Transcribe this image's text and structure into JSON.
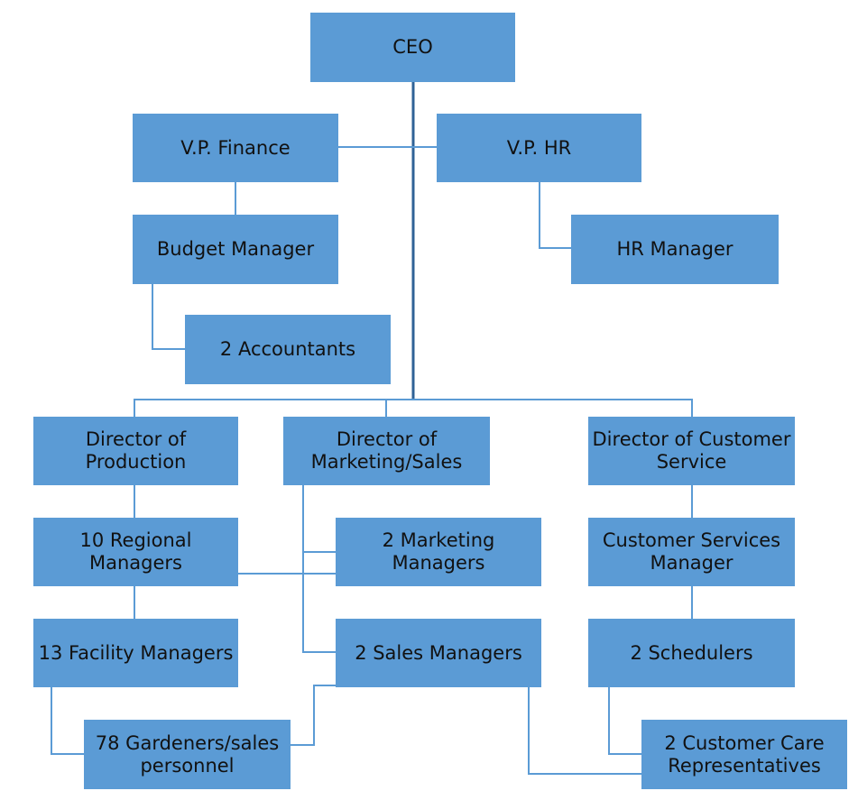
{
  "colors": {
    "box_fill": "#5b9bd5",
    "connector": "#5b9bd5",
    "trunk": "#2f6296",
    "text": "#111111"
  },
  "nodes": {
    "ceo": "CEO",
    "vp_finance": "V.P. Finance",
    "vp_hr": "V.P. HR",
    "budget_manager": "Budget Manager",
    "hr_manager": "HR Manager",
    "accountants": "2 Accountants",
    "director_production": "Director of Production",
    "director_marketing": "Director of Marketing/Sales",
    "director_customer_service": "Director of Customer Service",
    "regional_managers": "10 Regional Managers",
    "marketing_managers": "2 Marketing Managers",
    "customer_services_manager": "Customer Services Manager",
    "facility_managers": "13 Facility Managers",
    "sales_managers": "2 Sales Managers",
    "schedulers": "2 Schedulers",
    "gardeners": "78 Gardeners/sales personnel",
    "customer_care": "2 Customer Care Representatives"
  }
}
